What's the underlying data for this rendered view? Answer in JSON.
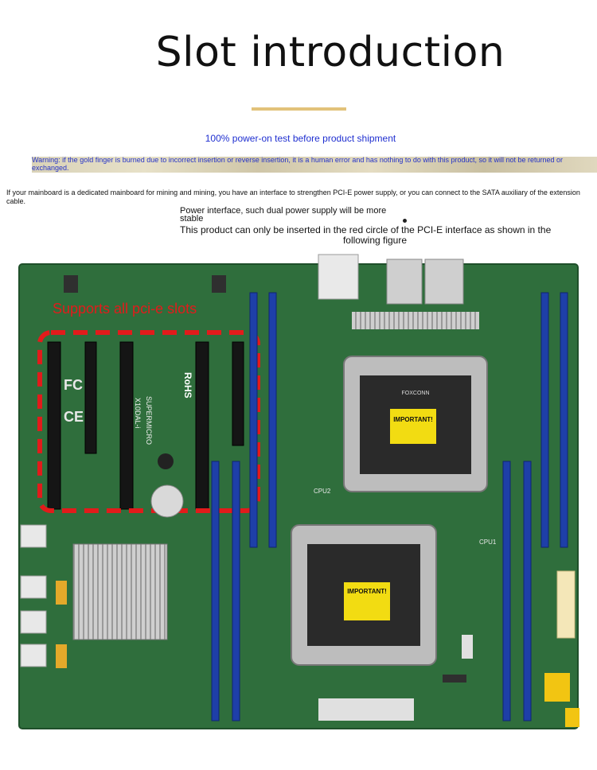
{
  "page": {
    "title": "Slot introduction",
    "notice_blue": "100% power-on test before product shipment",
    "warning": "Warning: if the gold finger is burned due to incorrect insertion or reverse insertion, it is a human error and has nothing to do with this product, so it will not be returned or exchanged.",
    "mining_note": "If your mainboard is a dedicated mainboard for mining and mining, you have an interface to strengthen PCI-E power supply, or you can connect to the SATA auxiliary of the extension cable.",
    "power_interface": "Power interface, such dual power supply will be more stable",
    "insert_line1": "This product can only be inserted in the red circle of the PCI-E interface as shown in the",
    "insert_line2": "following figure"
  },
  "board": {
    "callout": "Supports all pci-e slots",
    "brand_text": "SUPERMICRO",
    "model_text": "X10DAL-i",
    "rohs": "RoHS",
    "fc": "FC",
    "ce": "CE",
    "cpu1_label": "CPU1",
    "cpu2_label": "CPU2",
    "important_1": "IMPORTANT!",
    "important_2": "IMPORTANT!",
    "socket_brand": "FOXCONN",
    "colors": {
      "pcb": "#2f6e3c",
      "dimm_blue": "#1e3fa8",
      "pcie_black": "#151515",
      "highlight": "#e21b1b",
      "label_yellow": "#f2dc12"
    }
  }
}
